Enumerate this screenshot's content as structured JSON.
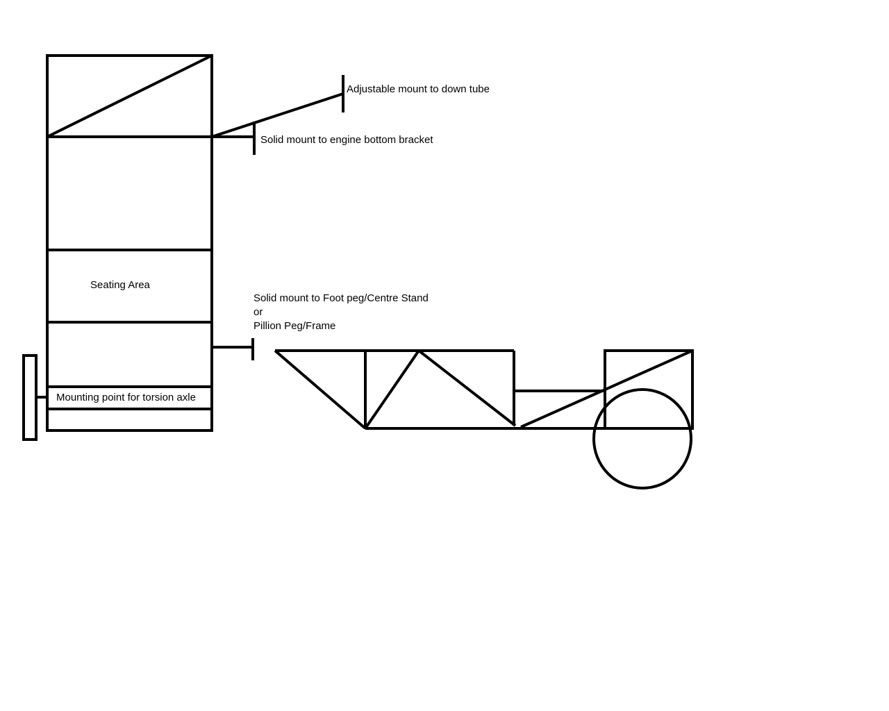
{
  "labels": {
    "adjustable_mount": "Adjustable mount to down tube",
    "solid_mount_engine": "Solid mount to engine bottom bracket",
    "seating_area": "Seating Area",
    "foot_peg_line1": "Solid mount to Foot peg/Centre Stand",
    "foot_peg_line2": "or",
    "foot_peg_line3": "Pillion Peg/Frame",
    "torsion_axle": "Mounting point for torsion axle"
  },
  "colors": {
    "stroke": "#000000",
    "background": "#ffffff"
  }
}
